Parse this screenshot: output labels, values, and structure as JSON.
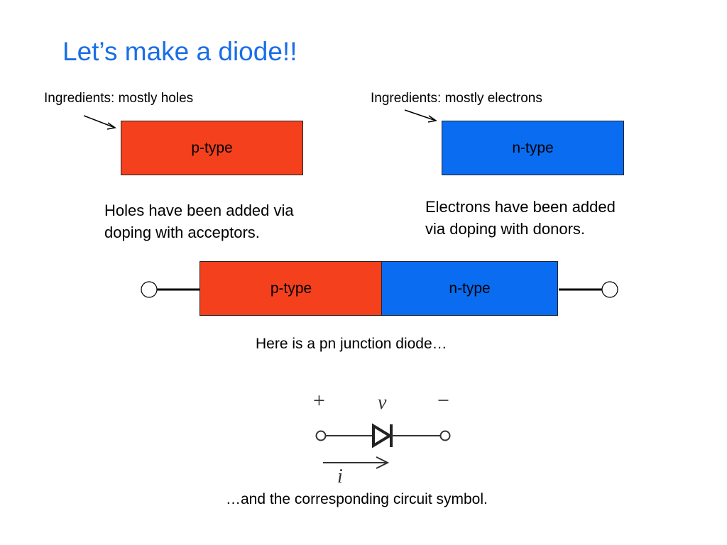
{
  "title": "Let’s make a diode!!",
  "p_side": {
    "ingredients": "Ingredients: mostly holes",
    "label": "p-type",
    "description_line1": "Holes have been added via",
    "description_line2": "doping with acceptors."
  },
  "n_side": {
    "ingredients": "Ingredients: mostly electrons",
    "label": "n-type",
    "description_line1": "Electrons have been added",
    "description_line2": "via doping with donors."
  },
  "junction": {
    "p_label": "p-type",
    "n_label": "n-type",
    "caption": "Here is a pn junction diode…"
  },
  "symbol": {
    "plus": "+",
    "minus": "−",
    "voltage": "v",
    "current": "i",
    "caption": "…and the corresponding circuit symbol."
  },
  "colors": {
    "title": "#1a6ee6",
    "p_type": "#f5401e",
    "n_type": "#0a6cf0"
  }
}
